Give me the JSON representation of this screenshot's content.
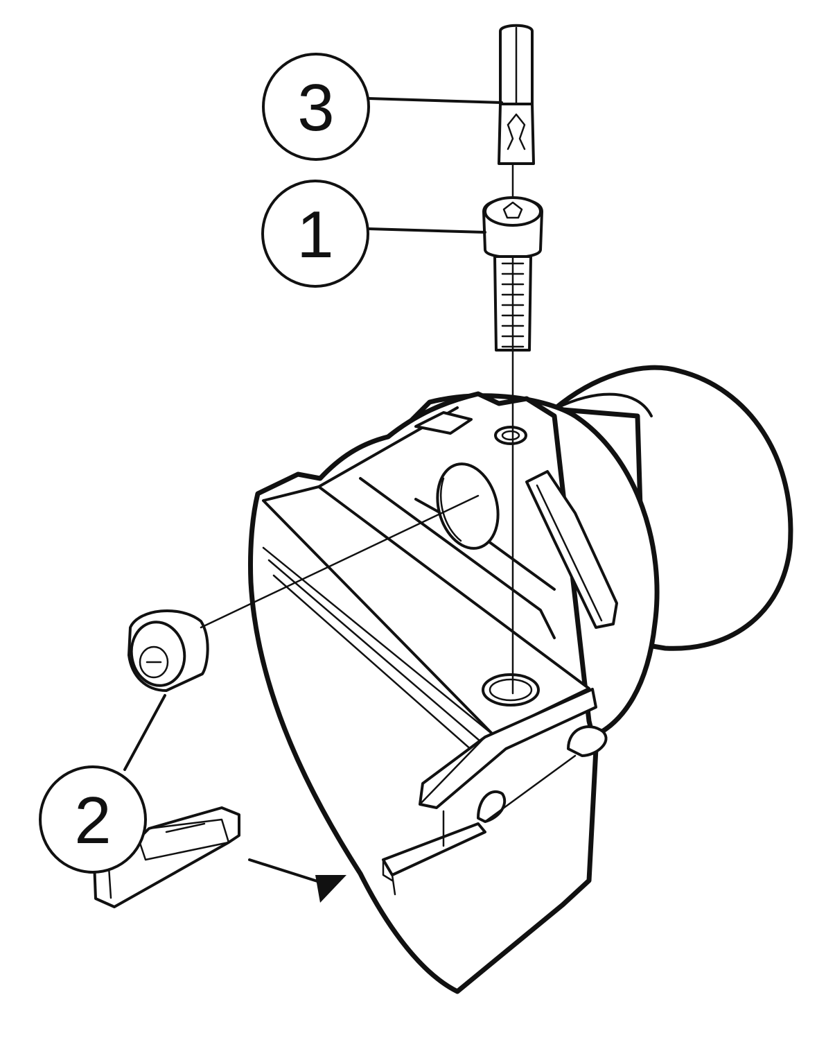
{
  "diagram": {
    "callouts": [
      {
        "id": "callout-3",
        "label": "3"
      },
      {
        "id": "callout-1",
        "label": "1"
      },
      {
        "id": "callout-2",
        "label": "2"
      }
    ],
    "parts": [
      {
        "id": "torx-key",
        "icon": "torx-key-icon"
      },
      {
        "id": "clamp-screw",
        "icon": "socket-head-screw-icon"
      },
      {
        "id": "clamp-nut",
        "icon": "nut-icon"
      },
      {
        "id": "grooving-insert",
        "icon": "insert-icon"
      },
      {
        "id": "tool-holder",
        "icon": "tool-holder-icon"
      }
    ],
    "colors": {
      "ink": "#111111",
      "background": "#ffffff"
    }
  }
}
